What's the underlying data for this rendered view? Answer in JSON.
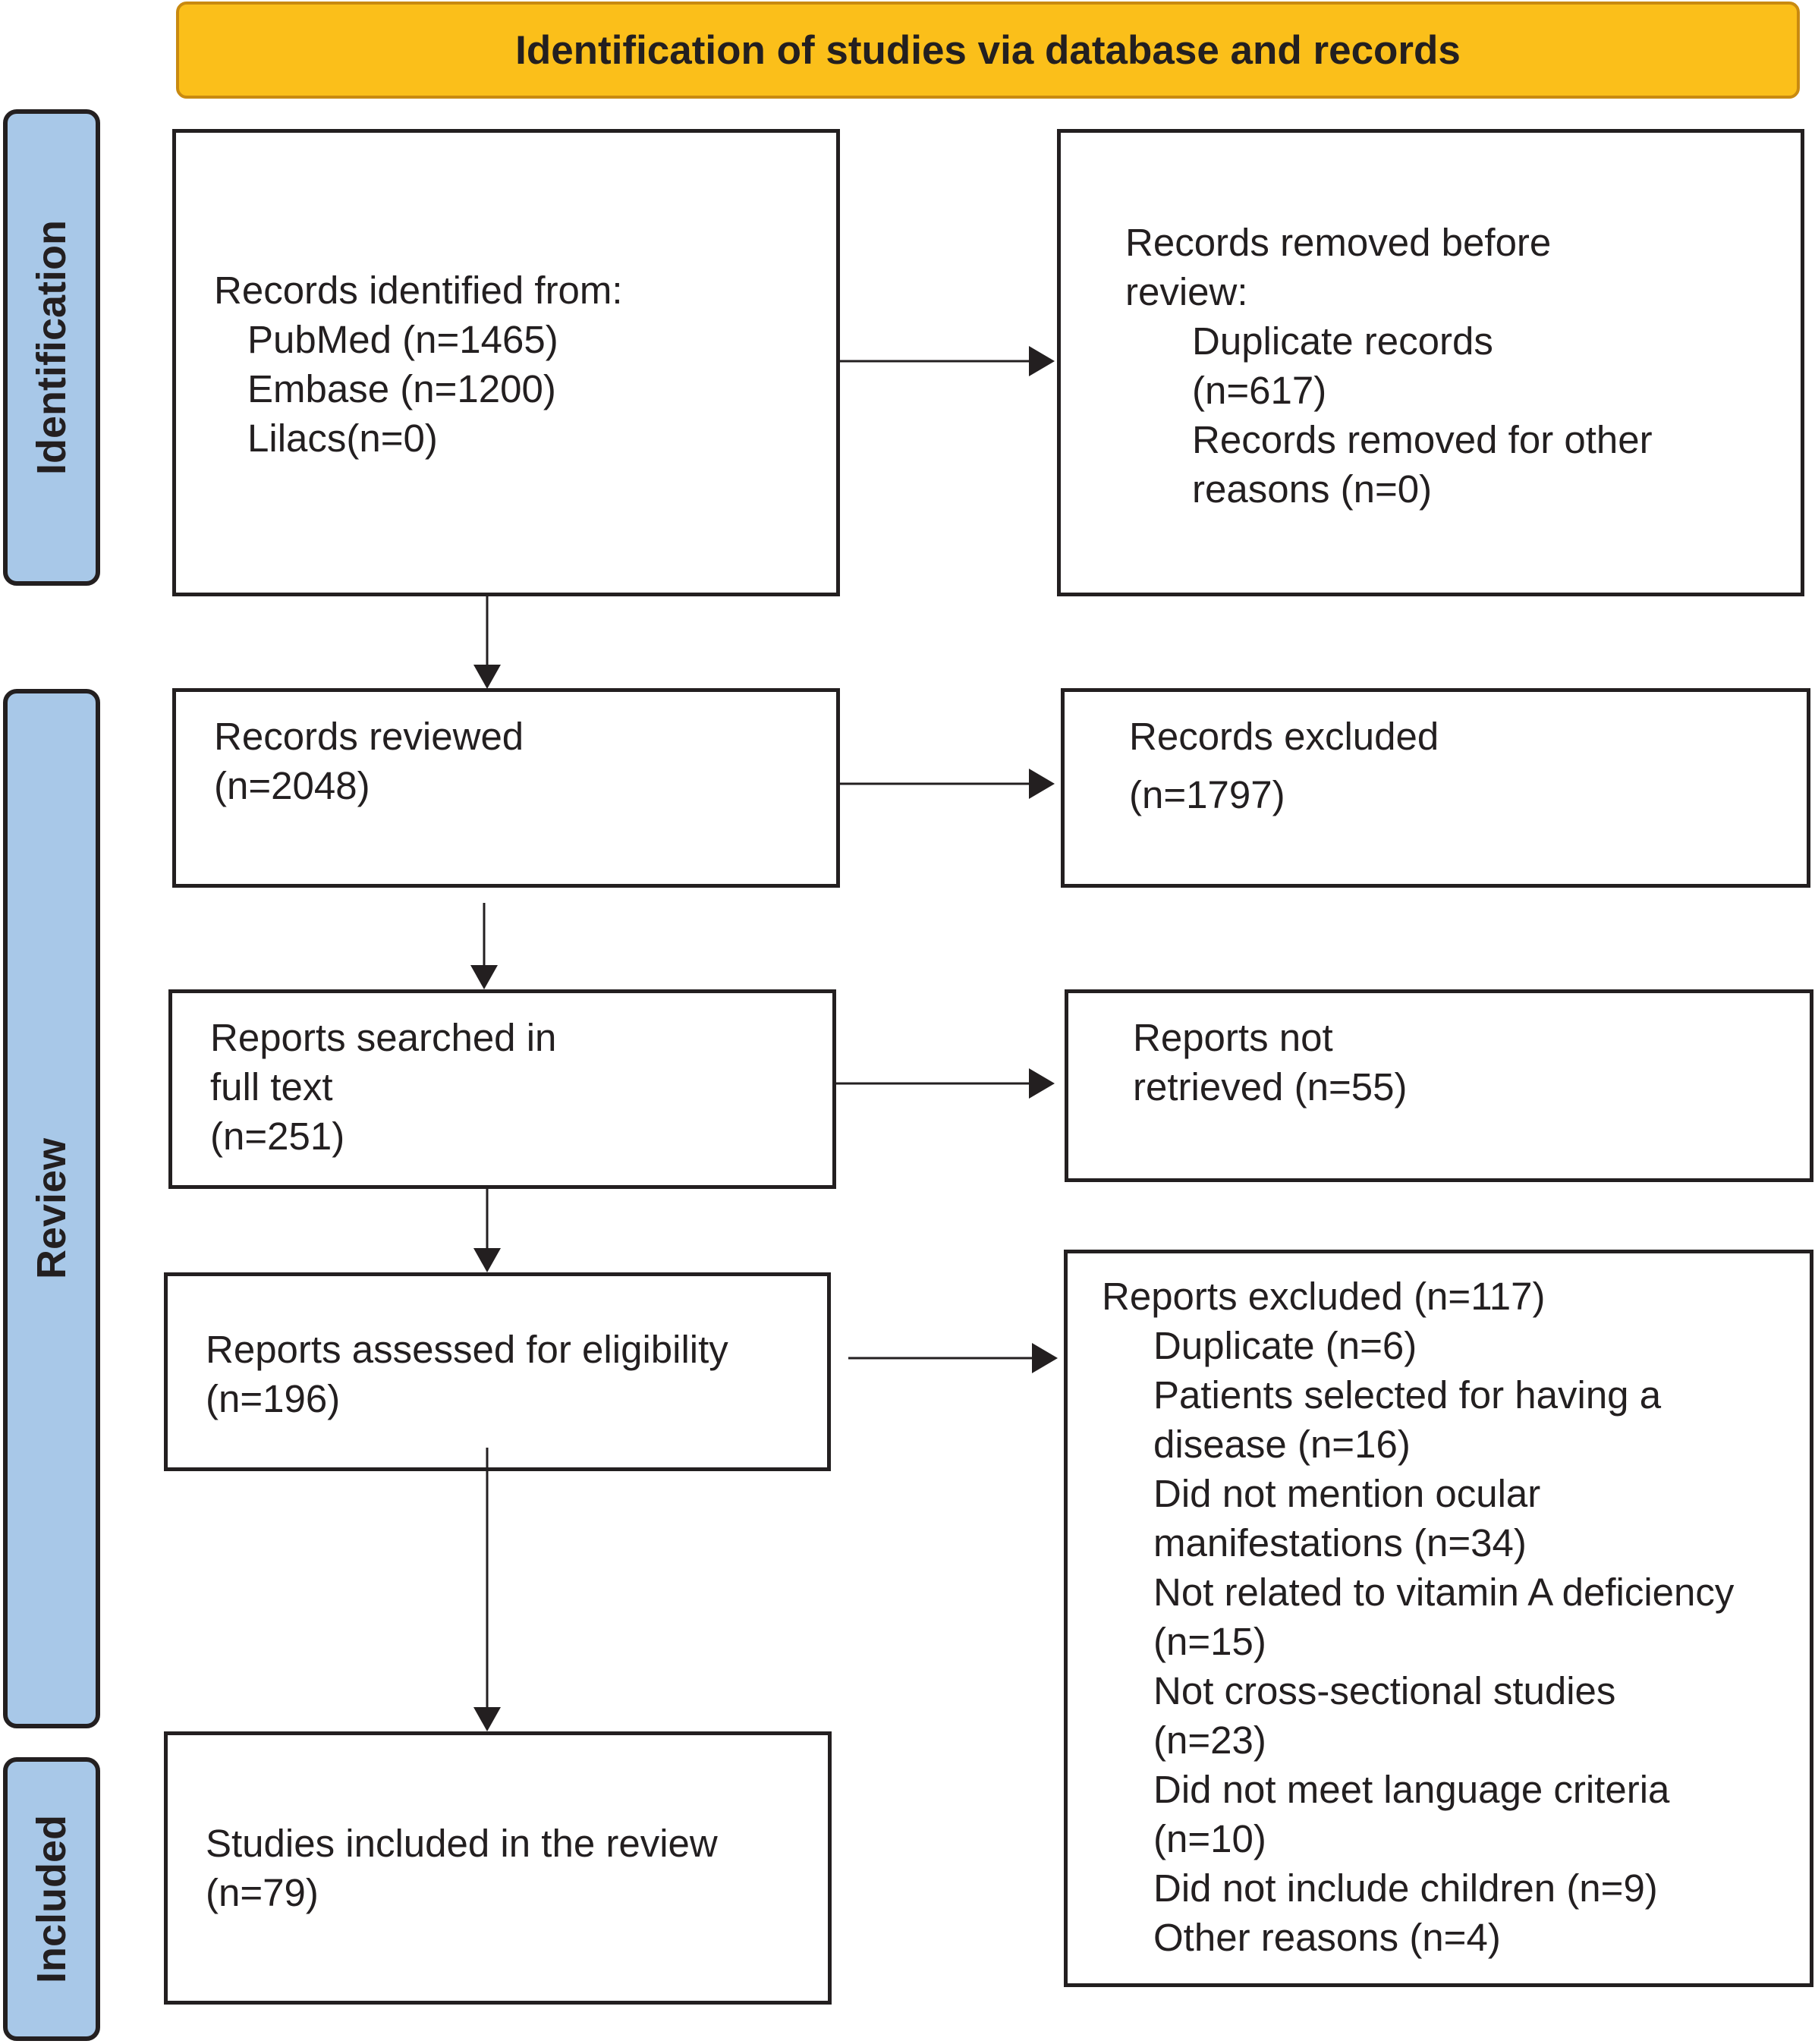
{
  "header": {
    "title": "Identification of studies via database and records",
    "color": "#fbbf1a"
  },
  "phases": {
    "identification": "Identification",
    "review": "Review",
    "included": "Included",
    "color": "#a8c8e8"
  },
  "boxes": {
    "records_identified": {
      "title": "Records identified from:",
      "items": [
        "PubMed (n=1465)",
        "Embase (n=1200)",
        "Lilacs(n=0)"
      ]
    },
    "records_removed": {
      "lines": [
        "Records removed before",
        "review:"
      ],
      "items": [
        "Duplicate records",
        "(n=617)",
        "Records removed for other",
        "reasons (n=0)"
      ]
    },
    "records_reviewed": {
      "lines": [
        "Records reviewed",
        "(n=2048)"
      ]
    },
    "records_excluded": {
      "title": "Records excluded",
      "count": "(n=1797)"
    },
    "reports_searched": {
      "lines": [
        "Reports searched in",
        "full text",
        "(n=251)"
      ]
    },
    "reports_not_retrieved": {
      "lines": [
        "Reports not",
        "retrieved (n=55)"
      ]
    },
    "reports_assessed": {
      "lines": [
        "Reports assessed for eligibility",
        "(n=196)"
      ]
    },
    "reports_excluded": {
      "title": "Reports excluded (n=117)",
      "items": [
        "Duplicate (n=6)",
        "Patients selected for having a",
        "disease (n=16)",
        "Did not mention ocular",
        "manifestations (n=34)",
        "Not related to vitamin A deficiency",
        "(n=15)",
        "Not cross-sectional studies",
        "(n=23)",
        "Did not meet language criteria",
        "(n=10)",
        "Did not include children (n=9)",
        "Other reasons (n=4)"
      ]
    },
    "studies_included": {
      "lines": [
        "Studies included in the review",
        "(n=79)"
      ]
    }
  }
}
